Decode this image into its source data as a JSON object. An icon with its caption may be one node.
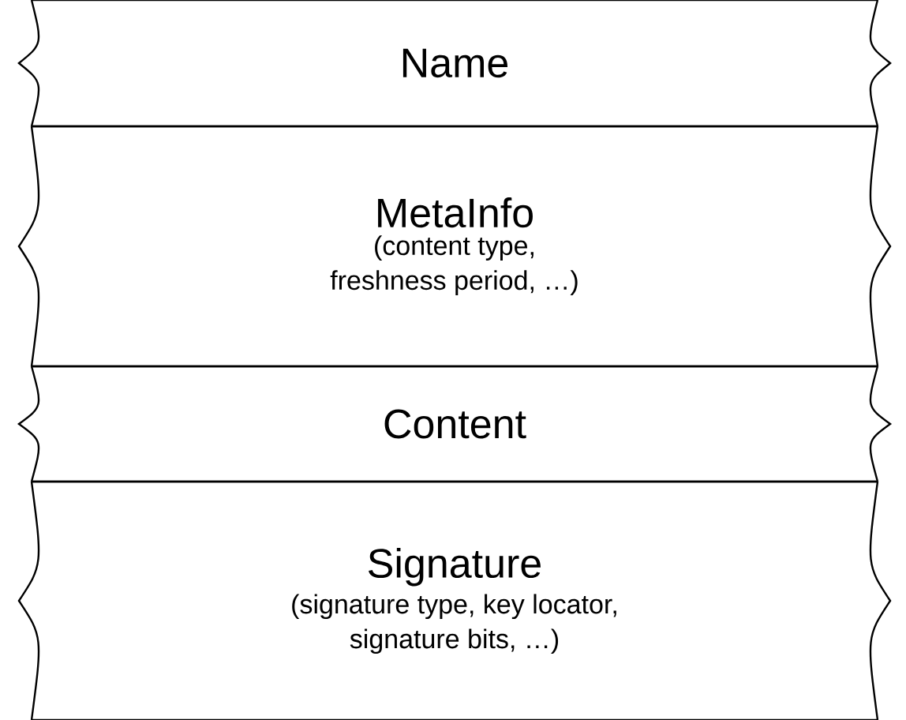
{
  "diagram": {
    "nodes": [
      {
        "text": [
          "Name"
        ]
      },
      {
        "text": [
          "MetaInfo",
          "(content type, freshness period, …)"
        ]
      },
      {
        "text": [
          "Content"
        ]
      },
      {
        "text": [
          "Signature",
          "(signature type, key locator, signature bits, …)"
        ]
      }
    ]
  }
}
